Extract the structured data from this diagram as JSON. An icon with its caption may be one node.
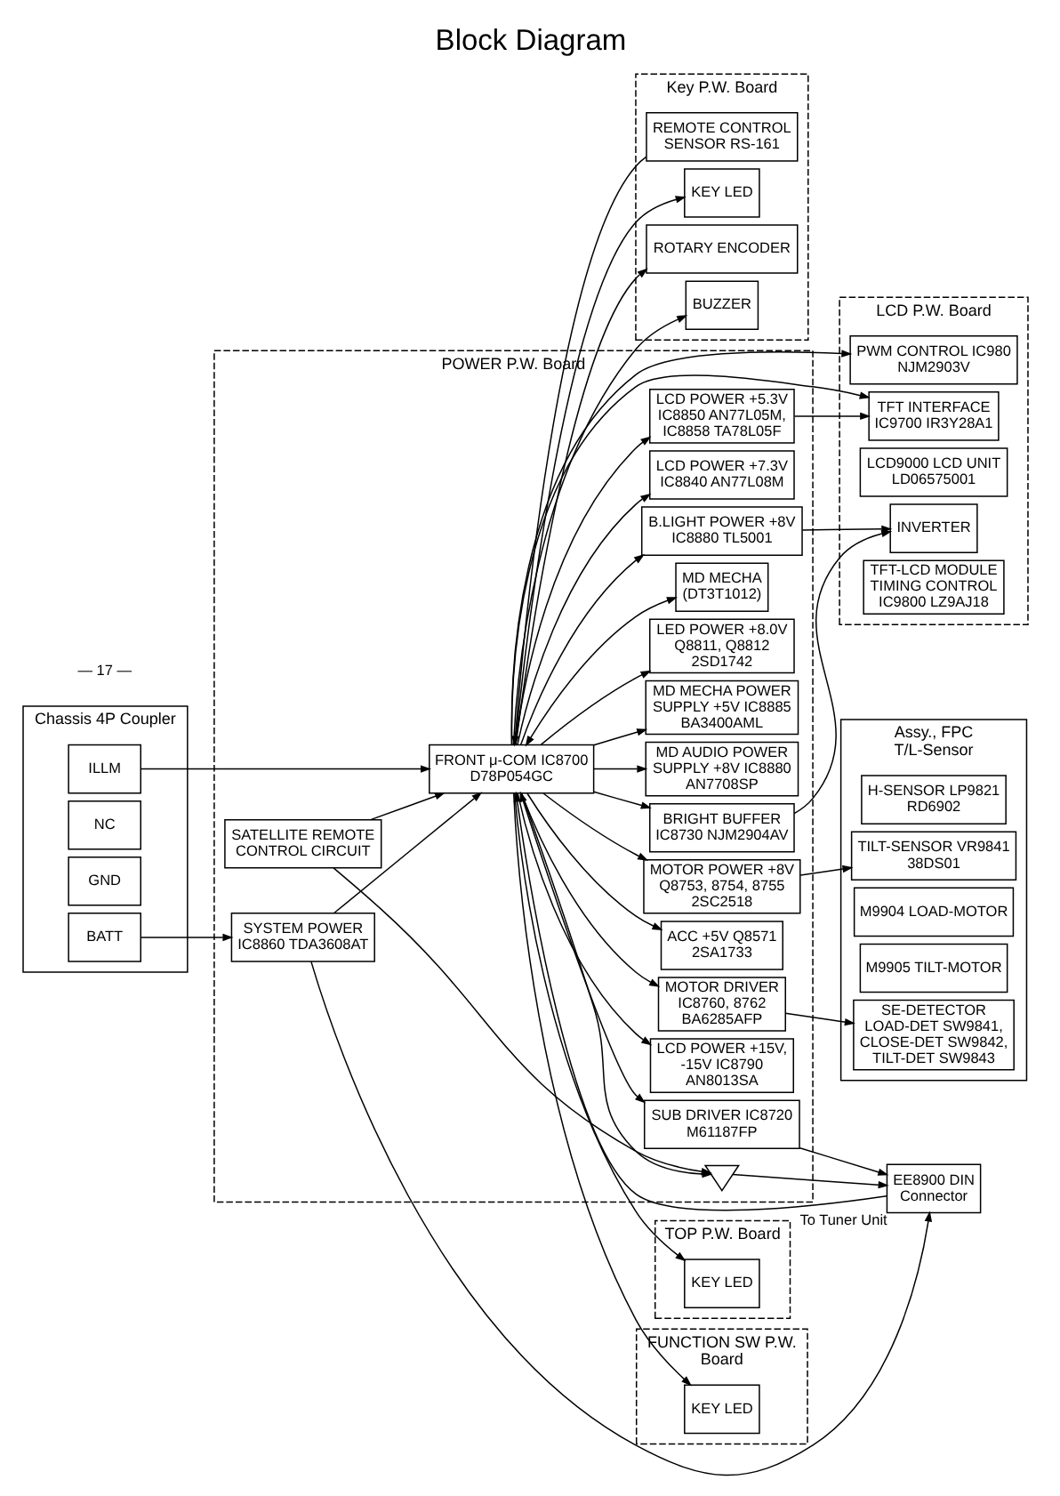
{
  "diagram": {
    "title": "Block Diagram",
    "nodes": [
      {
        "text": [
          "Key P.W. Board"
        ]
      },
      {
        "text": [
          "REMOTE CONTROL SENSOR RS-161"
        ],
        "in": 0
      },
      {
        "text": [
          "KEY LED"
        ],
        "in": 0
      },
      {
        "text": [
          "ROTARY ENCODER"
        ],
        "in": 0
      },
      {
        "text": [
          "BUZZER"
        ],
        "in": 0
      },
      {
        "text": [
          "LCD P.W. Board"
        ]
      },
      {
        "text": [
          "INVERTER"
        ],
        "in": 5
      },
      {
        "text": [
          "PWM CONTROL IC980 NJM2903V"
        ],
        "in": 5
      },
      {
        "text": [
          "LCD9000 LCD UNIT LD06575001"
        ],
        "in": 5
      },
      {
        "text": [
          "TFT INTERFACE IC9700 IR3Y28A1"
        ],
        "in": 5
      },
      {
        "text": [
          "TFT-LCD MODULE TIMING CONTROL IC9800 LZ9AJ18"
        ],
        "in": 5
      },
      {
        "text": [
          "TOP P.W. Board"
        ]
      },
      {
        "text": [
          "KEY LED"
        ],
        "in": 11
      },
      {
        "text": [
          "FUNCTION SW P.W. Board"
        ]
      },
      {
        "text": [
          "KEY LED"
        ],
        "in": 13
      },
      {
        "text": [
          "Assy., FPC T/L-Sensor"
        ]
      },
      {
        "text": [
          "H-SENSOR LP9821 RD6902"
        ],
        "in": 15
      },
      {
        "text": [
          "TILT-SENSOR VR9841 38DS01"
        ],
        "in": 15
      },
      {
        "text": [
          "M9904 LOAD-MOTOR"
        ],
        "in": 15
      },
      {
        "text": [
          "M9905 TILT-MOTOR"
        ],
        "in": 15
      },
      {
        "text": [
          "SE-DETECTOR LOAD-DET SW9841, CLOSE-DET SW9842, TILT-DET SW9843"
        ],
        "in": 15
      },
      {
        "text": [
          "POWER P.W. Board"
        ]
      },
      {
        "text": [
          "LED POWER +8.0V Q8811, Q8812 2SD1742"
        ],
        "in": 21
      },
      {
        "text": [
          "LCD POWER +7.3V IC8840 AN77L08M"
        ],
        "in": 21
      },
      {
        "text": [
          "B.LIGHT POWER +8V IC8880 TL5001"
        ],
        "in": 21
      },
      {
        "text": [
          "LCD POWER +5.3V IC8850 AN77L05M, IC8858 TA78L05F"
        ],
        "in": 21
      },
      {
        "text": [
          "LCD POWER +15V, -15V IC8790 AN8013SA"
        ],
        "in": 21
      },
      {
        "text": [
          "MOTOR POWER +8V Q8753, 8754, 8755 2SC2518"
        ],
        "in": 21
      },
      {
        "text": [
          "MOTOR DRIVER IC8760, 8762 BA6285AFP"
        ],
        "in": 21
      },
      {
        "text": [
          "ACC +5V Q8571 2SA1733"
        ],
        "in": 21
      },
      {
        "text": [
          "FRONT μ-COM IC8700 D78P054GC"
        ],
        "in": 21
      },
      {
        "text": [
          "BRIGHT BUFFER IC8730 NJM2904AV"
        ],
        "in": 21
      },
      {
        "text": [
          "SATELLITE REMOTE CONTROL CIRCUIT"
        ],
        "in": 21
      },
      {
        "text": [
          "SYSTEM POWER IC8860 TDA3608AT"
        ],
        "in": 21
      },
      {
        "text": [
          "SUB DRIVER IC8720 M61187FP"
        ],
        "in": 21
      },
      {
        "text": [
          "MD AUDIO POWER SUPPLY +8V IC8880 AN7708SP"
        ],
        "in": 21
      },
      {
        "text": [
          "MD MECHA POWER SUPPLY +5V IC8885 BA3400AML"
        ],
        "in": 21
      },
      {
        "text": [],
        "shape": "gate",
        "in": 21
      },
      {
        "text": [
          "MD MECHA (DT3T1012)"
        ],
        "in": 21
      },
      {
        "text": [
          "Chassis 4P Coupler"
        ]
      },
      {
        "text": [
          "BATT"
        ],
        "in": 39
      },
      {
        "text": [
          "NC"
        ],
        "in": 39
      },
      {
        "text": [
          "GND"
        ],
        "in": 39
      },
      {
        "text": [
          "ILLM"
        ],
        "in": 39
      },
      {
        "text": [
          "EE8900 DIN Connector"
        ],
        "beside": [
          "To Tuner Unit"
        ]
      }
    ],
    "edges": [
      {
        "from": 40,
        "to": 33,
        "arrow": "to"
      },
      {
        "from": 43,
        "to": 30,
        "arrow": "to"
      },
      {
        "from": 33,
        "to": 30,
        "arrow": "to"
      },
      {
        "from": 33,
        "to": 44,
        "arrow": "to"
      },
      {
        "from": 44,
        "to": 30,
        "arrow": "to"
      },
      {
        "from": 30,
        "to": 34,
        "arrow": "both"
      },
      {
        "from": 34,
        "to": 44,
        "arrow": "to"
      },
      {
        "from": 37,
        "to": 44,
        "arrow": "to"
      },
      {
        "from": 30,
        "to": 29,
        "arrow": "to"
      },
      {
        "from": 30,
        "to": 22,
        "arrow": "to"
      },
      {
        "from": 30,
        "to": 23,
        "arrow": "to"
      },
      {
        "from": 30,
        "to": 24,
        "arrow": "to"
      },
      {
        "from": 30,
        "to": 25,
        "arrow": "to"
      },
      {
        "from": 30,
        "to": 35,
        "arrow": "to"
      },
      {
        "from": 30,
        "to": 36,
        "arrow": "to"
      },
      {
        "from": 30,
        "to": 31,
        "arrow": "to"
      },
      {
        "from": 30,
        "to": 26,
        "arrow": "to"
      },
      {
        "from": 30,
        "to": 27,
        "arrow": "to"
      },
      {
        "from": 30,
        "to": 28,
        "arrow": "to"
      },
      {
        "from": 32,
        "to": 37,
        "arrow": "to"
      },
      {
        "from": 30,
        "to": 37,
        "arrow": "to"
      },
      {
        "from": 32,
        "to": 30,
        "arrow": "to"
      },
      {
        "from": 30,
        "to": 38,
        "arrow": "both"
      },
      {
        "from": 1,
        "to": 30,
        "arrow": "to"
      },
      {
        "from": 30,
        "to": 2,
        "arrow": "to"
      },
      {
        "from": 30,
        "to": 3,
        "arrow": "to"
      },
      {
        "from": 30,
        "to": 4,
        "arrow": "to"
      },
      {
        "from": 30,
        "to": 7,
        "arrow": "to"
      },
      {
        "from": 30,
        "to": 9,
        "arrow": "to"
      },
      {
        "from": 25,
        "to": 9,
        "arrow": "to"
      },
      {
        "from": 24,
        "to": 6,
        "arrow": "to"
      },
      {
        "from": 31,
        "to": 6,
        "arrow": "to"
      },
      {
        "from": 30,
        "to": 12,
        "arrow": "to"
      },
      {
        "from": 30,
        "to": 14,
        "arrow": "to"
      },
      {
        "from": 27,
        "to": 17,
        "arrow": "to"
      },
      {
        "from": 28,
        "to": 20,
        "arrow": "to"
      }
    ],
    "labels": [
      "— 17 —"
    ]
  }
}
